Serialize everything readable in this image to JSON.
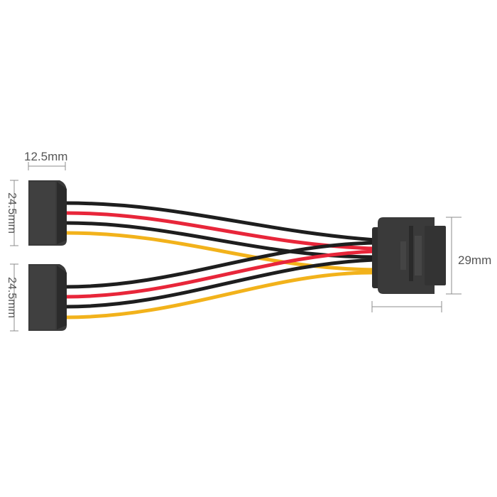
{
  "product": {
    "dimensions": {
      "connector_depth": "12.5mm",
      "top_connector_height": "24.5mm",
      "bottom_connector_height": "24.5mm",
      "male_connector_height": "29mm"
    }
  },
  "colors": {
    "background": "#ffffff",
    "connector_body": "#3a3a3a",
    "connector_shade": "#2b2b2b",
    "wire_black": "#1e1e1e",
    "wire_red": "#e8263a",
    "wire_yellow": "#f2b21b",
    "dimension_line": "#8c8c8c",
    "dimension_text": "#555555"
  }
}
